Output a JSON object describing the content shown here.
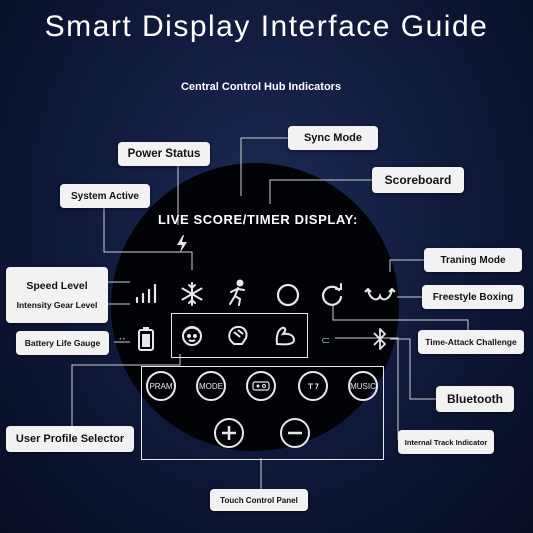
{
  "title": "Smart Display Interface Guide",
  "subtitle": "Central Control Hub Indicators",
  "display_label": "LIVE SCORE/TIMER DISPLAY:",
  "callouts": {
    "sync_mode": "Sync Mode",
    "power_status": "Power Status",
    "scoreboard": "Scoreboard",
    "system_active": "System Active",
    "speed_level": "Speed Level",
    "intensity_gear_level": "Intensity Gear Level",
    "training_mode": "Traning Mode",
    "freestyle_boxing": "Freestyle Boxing",
    "battery_life_gauge": "Battery Life Gauge",
    "time_attack_challenge": "Time-Attack Challenge",
    "bluetooth": "Bluetooth",
    "user_profile_selector": "User Profile Selector",
    "internal_track_indicator": "Internal Track Indicator",
    "touch_control_panel": "Touch Control Panel"
  },
  "buttons": {
    "pram": "PRAM",
    "mode": "MODE",
    "music": "MUSIC"
  },
  "stray_text": "lts",
  "colors": {
    "background": "#0e1838",
    "disc": "#020306",
    "callout_bg": "#f2f2f2",
    "icon": "#e8e8e8"
  }
}
